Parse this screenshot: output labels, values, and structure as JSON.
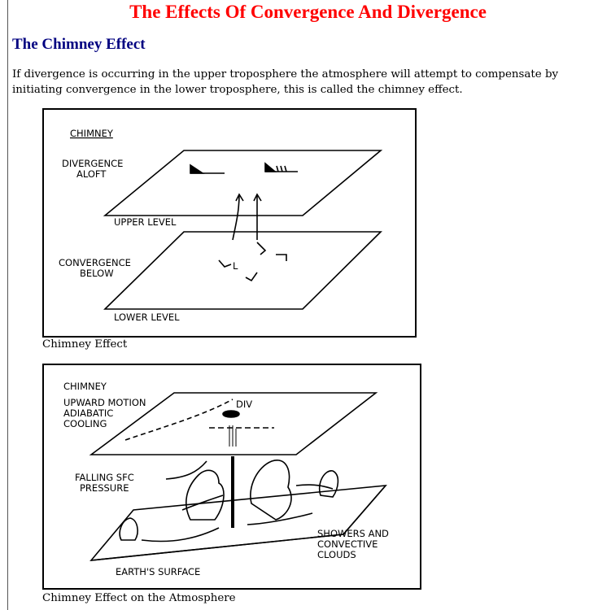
{
  "page": {
    "title": "The Effects Of Convergence And Divergence",
    "section_heading": "The Chimney Effect",
    "intro": "If divergence is occurring in the upper troposphere the atmosphere will attempt to compensate by initiating convergence in the lower troposphere, this is called the chimney effect."
  },
  "figure1": {
    "caption": "Chimney Effect",
    "labels": {
      "title": "CHIMNEY",
      "divergence_1": "DIVERGENCE",
      "divergence_2": "ALOFT",
      "upper_level": "UPPER LEVEL",
      "convergence_1": "CONVERGENCE",
      "convergence_2": "BELOW",
      "lower_level": "LOWER LEVEL",
      "low_symbol": "L"
    }
  },
  "figure2": {
    "caption": "Chimney Effect on the Atmosphere",
    "labels": {
      "title": "CHIMNEY",
      "upward_1": "UPWARD MOTION",
      "upward_2": "ADIABATIC",
      "upward_3": "COOLING",
      "div": "DIV",
      "falling_1": "FALLING SFC",
      "falling_2": "PRESSURE",
      "showers_1": "SHOWERS AND",
      "showers_2": "CONVECTIVE",
      "showers_3": "CLOUDS",
      "surface": "EARTH'S SURFACE"
    }
  }
}
